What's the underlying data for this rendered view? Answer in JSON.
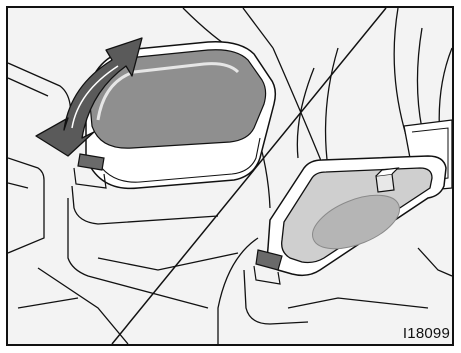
{
  "figure": {
    "code": "I18099",
    "icons": {
      "arrow": "curved-double-arrow-icon",
      "armrest": "armrest-closed",
      "console": "console-box-open"
    },
    "colors": {
      "line": "#111111",
      "paper": "#f3f3f3",
      "armrest_top": "#8f8f8f",
      "arrow_fill": "#5a5a5a",
      "tray": "#cfcfcf"
    }
  }
}
